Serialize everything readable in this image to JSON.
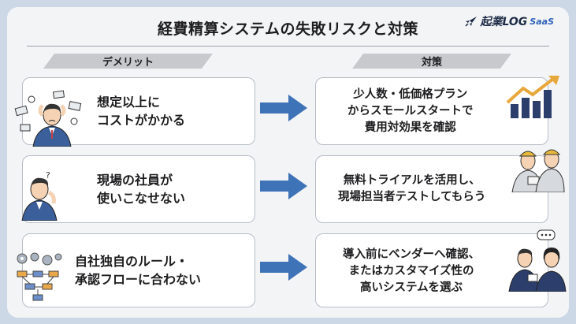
{
  "title": "経費精算システムの失敗リスクと対策",
  "logo": {
    "main": "起業LOG",
    "sub": "SaaS"
  },
  "headers": {
    "left": "デメリット",
    "right": "対策"
  },
  "rows": [
    {
      "demerit": [
        "想定以上に",
        "コストがかかる"
      ],
      "measure": [
        "少人数・低価格プラン",
        "からスモールスタートで",
        "費用対効果を確認"
      ]
    },
    {
      "demerit": [
        "現場の社員が",
        "使いこなせない"
      ],
      "measure": [
        "無料トライアルを活用し、",
        "現場担当者テストしてもらう"
      ]
    },
    {
      "demerit": [
        "自社独自のルール・",
        "承認フローに合わない"
      ],
      "measure": [
        "導入前にベンダーへ確認、",
        "またはカスタマイズ性の",
        "高いシステムを選ぶ"
      ]
    }
  ],
  "colors": {
    "arrow": "#3f73b8",
    "navy": "#2c3e6b",
    "banner": "#c7c9cc"
  }
}
